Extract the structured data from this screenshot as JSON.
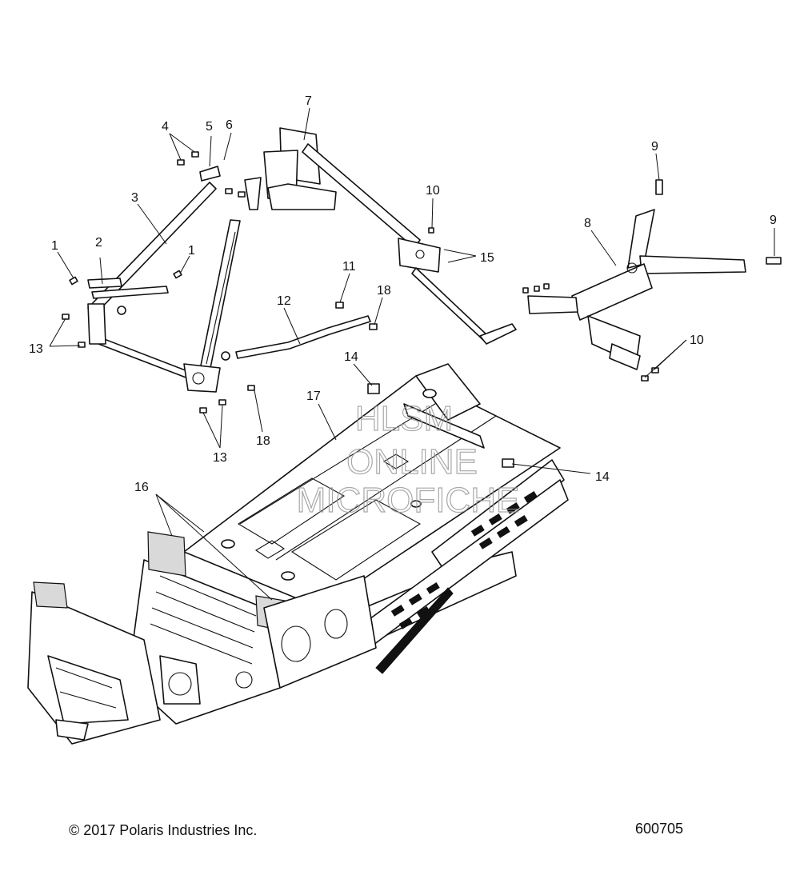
{
  "callouts": {
    "n1a": "1",
    "n1b": "1",
    "n2": "2",
    "n3": "3",
    "n4": "4",
    "n5": "5",
    "n6": "6",
    "n7": "7",
    "n8": "8",
    "n9a": "9",
    "n9b": "9",
    "n10a": "10",
    "n10b": "10",
    "n11": "11",
    "n12": "12",
    "n13a": "13",
    "n13b": "13",
    "n14a": "14",
    "n14b": "14",
    "n15": "15",
    "n16": "16",
    "n17": "17",
    "n18a": "18",
    "n18b": "18"
  },
  "watermark": {
    "line1": "HLSM",
    "line2": "ONLINE",
    "line3": "MICROFICHE"
  },
  "footer": {
    "copyright": "© 2017 Polaris Industries Inc.",
    "figure_number": "600705"
  },
  "icons": {
    "parts": "exploded-frame-diagram"
  }
}
